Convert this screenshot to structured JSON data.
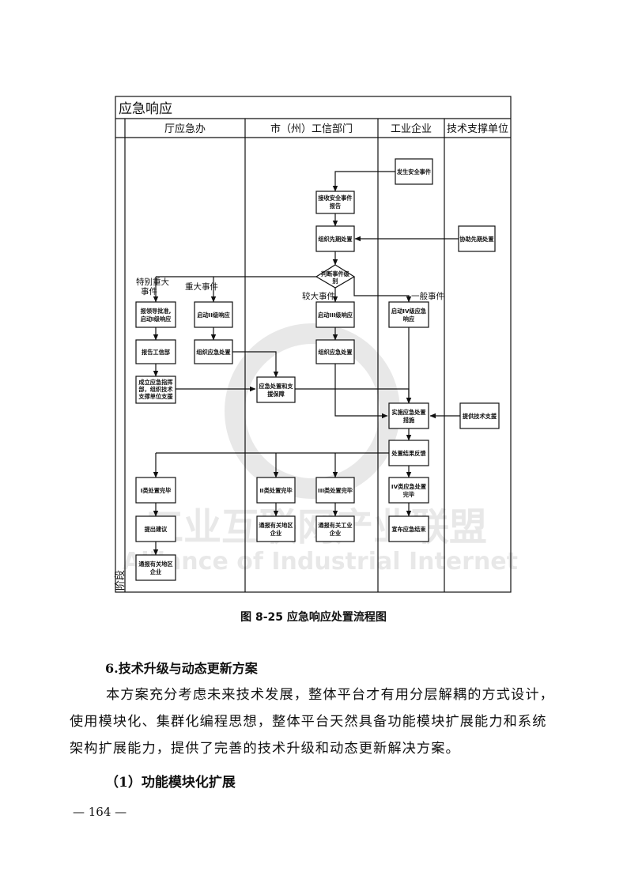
{
  "diagram": {
    "title": "应急响应",
    "stage_label": "阶段",
    "lanes": [
      "厅应急办",
      "市（州）工信部门",
      "工业企业",
      "技术支撑单位"
    ],
    "nodes": {
      "fasheng": "发生安全事件",
      "jieshou": [
        "接收安全事件",
        "报告"
      ],
      "zuzhi_xianqi": "组织先期处置",
      "xiezhu": "协助先期处置",
      "panduan": [
        "判断事件级",
        "别"
      ],
      "baogao_lingdao": [
        "报领导批准,",
        "启动I级响应"
      ],
      "baogao_gongxin": "报告工信部",
      "chengli": [
        "成立应急指挥",
        "部，组织技术",
        "支撑单位支援"
      ],
      "qidong_2": "启动II级响应",
      "zuzhi_2": "组织应急处置",
      "yingji_zhiyuan": [
        "应急处置和支",
        "援保障"
      ],
      "qidong_3": "启动III级响应",
      "zuzhi_3": "组织应急处置",
      "qidong_4": [
        "启动IV级应急",
        "响应"
      ],
      "shishi": [
        "实施应急处置",
        "措施"
      ],
      "tigong": "提供技术支援",
      "fankui": "处置结果反馈",
      "wanbi_1": "I类处置完毕",
      "wanbi_2": "II类处置完毕",
      "wanbi_3": "III类处置完毕",
      "wanbi_4": [
        "IV类应急处置",
        "完毕"
      ],
      "tichu": "提出建议",
      "tongbao_diqu_qiye": [
        "通报有关地区",
        "企业"
      ],
      "tongbao_gongye": [
        "通报有关工业",
        "企业"
      ],
      "xuanbu": "宣布应急结束",
      "tongbao_diqu_qiye_2": [
        "通报有关地区",
        "企业"
      ]
    },
    "branch_labels": {
      "tebie": [
        "特别重大",
        "事件"
      ],
      "zhongda": "重大事件",
      "jiaoda": "较大事件",
      "yiban": "一般事件"
    },
    "watermark_lines": [
      "工业互联网产业联盟",
      "Alliance of Industrial Internet"
    ]
  },
  "caption": "图 8-25   应急响应处置流程图",
  "section_heading": "6.技术升级与动态更新方案",
  "paragraph": "本方案充分考虑未来技术发展，整体平台才有用分层解耦的方式设计，使用模块化、集群化编程思想，整体平台天然具备功能模块扩展能力和系统架构扩展能力，提供了完善的技术升级和动态更新解决方案。",
  "subheading": "（1）功能模块化扩展",
  "page_number": "— 164 —"
}
